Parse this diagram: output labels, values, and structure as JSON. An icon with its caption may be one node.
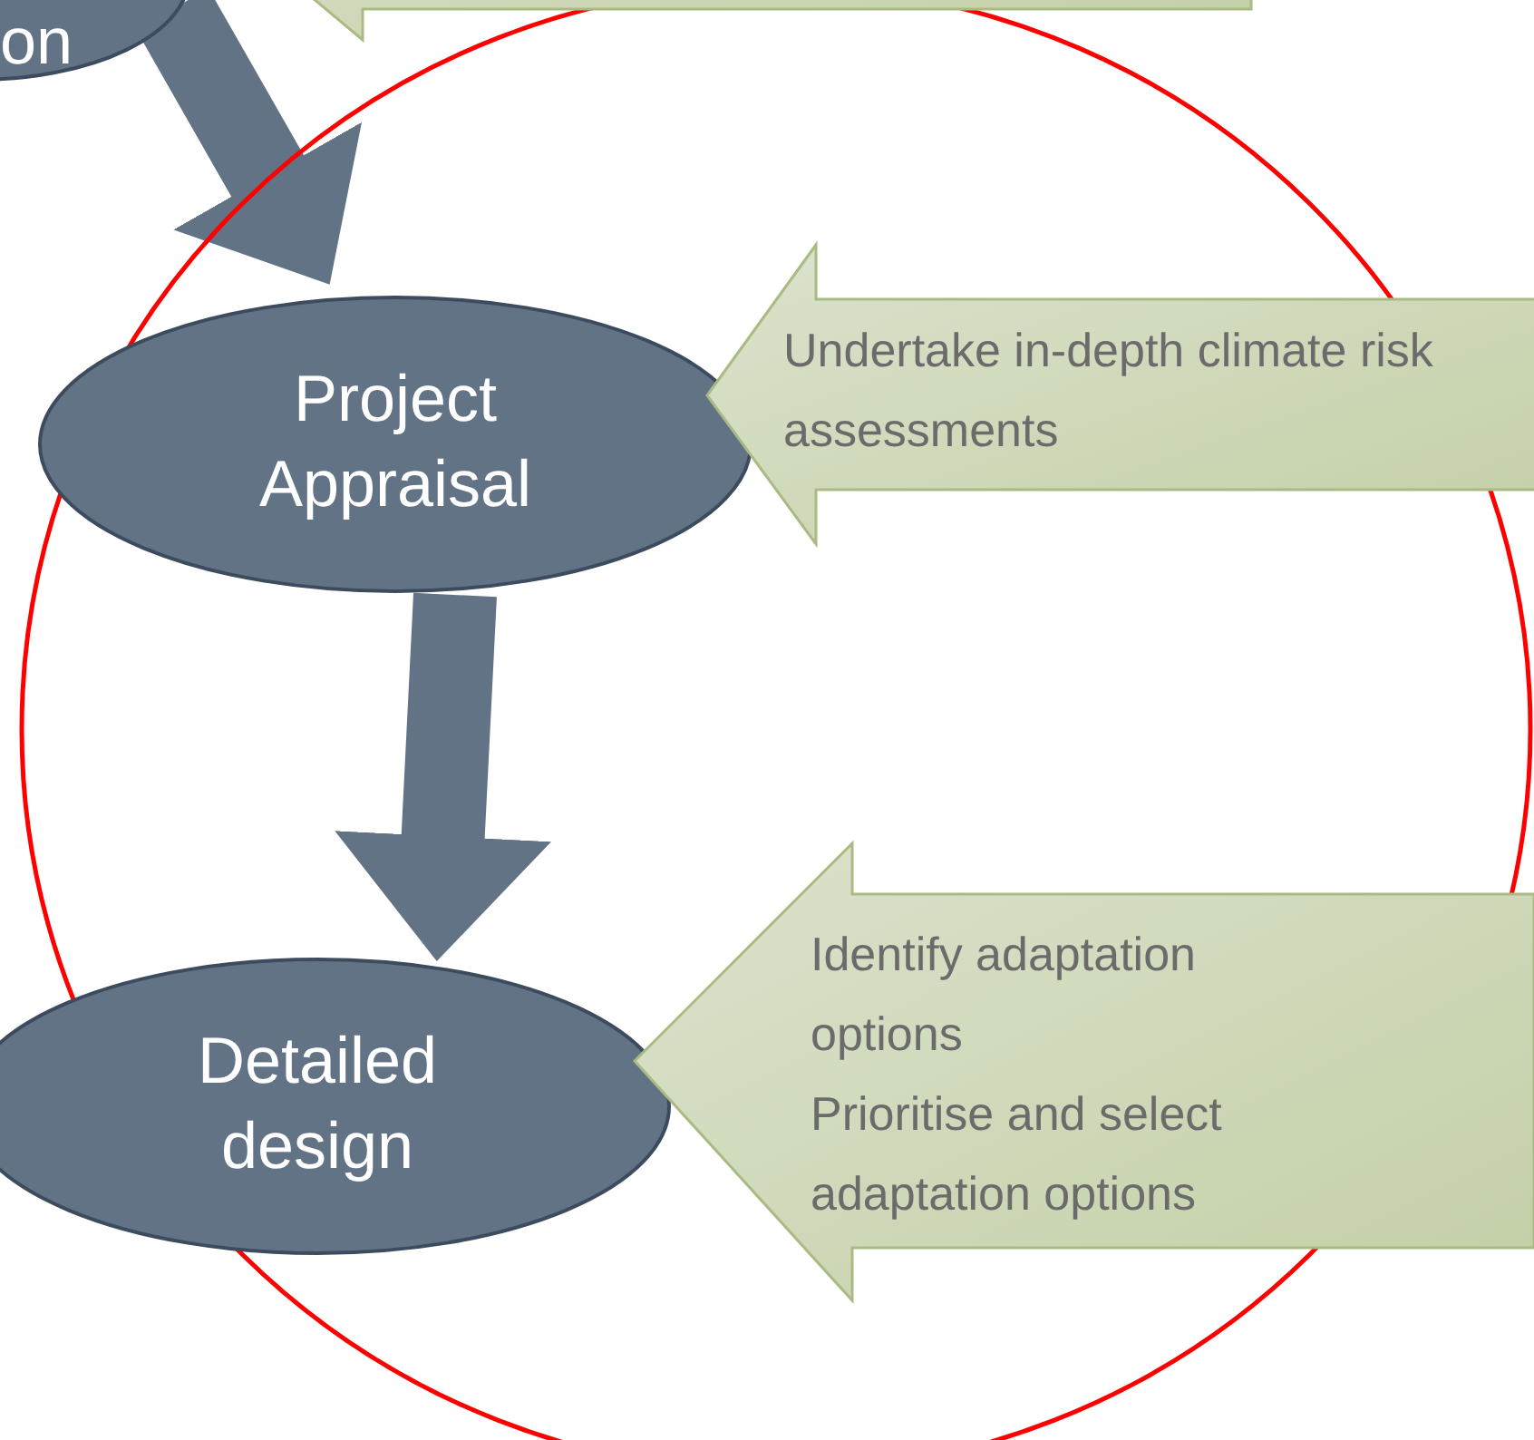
{
  "diagram": {
    "nodes": [
      {
        "text": [
          "on"
        ]
      },
      {
        "text": [],
        "shape": "arrow"
      },
      {
        "text": [
          "Project Appraisal"
        ]
      },
      {
        "text": [
          "Undertake in-depth climate risk assessments"
        ]
      },
      {
        "text": [
          "Detailed design"
        ]
      },
      {
        "text": [
          "Identify adaptation options",
          "Prioritise and select adaptation options"
        ]
      }
    ],
    "edges": [
      {
        "from": 0,
        "to": 2,
        "arrow": "to"
      },
      {
        "from": 2,
        "to": 4,
        "arrow": "to"
      }
    ]
  }
}
